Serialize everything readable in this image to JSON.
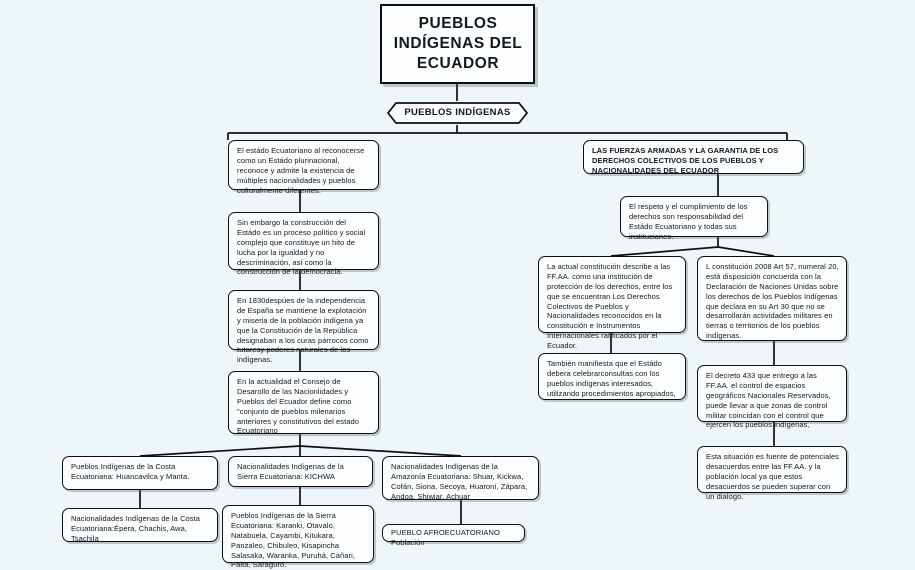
{
  "diagram": {
    "title": "PUEBLOS INDÍGENAS DEL ECUADOR",
    "background_color": "#eff6fa",
    "node_fill_color": "#fbfdfe",
    "node_border_color": "#0d1013",
    "type": "flowchart",
    "nodes": {
      "title": "PUEBLOS\nINDÍGENAS DEL\nECUADOR",
      "root": "PUEBLOS INDÍGENAS",
      "left_1": "El estádo Ecuatoriano al reconocerse como un Estádo plurinacional, reconoce y admite la existencia de múltiples nacionalidades y pueblos culturalmente diferentes.",
      "left_2": "Sin embargo la construcción del Estádo es un proceso político y social complejo que constituye un hito de lucha por la igualdad y no descriminación, así como la construcción de la democracia.",
      "left_3": "En 1830despúes de la independencia de España se mantiene la explotación y miseria de la población indígena ya que la Constitución de la República designaban a los curas párrocos como tutoresy poderes naturales de los indígenas.",
      "left_4": "En la actualidad el Consejo de Desarollo de las Nacionlidades y Pueblos del Ecuador define como \"conjunto de pueblos milenarios anteriores y constitutivos del estado Ecuatoriano",
      "right_1": "LAS FUERZAS ARMADAS Y LA GARANTIA DE LOS DERECHOS COLECTIVOS DE LOS PUEBLOS Y NACIONALIDADES DEL ECUADOR",
      "right_2": "El respeto y el cumplimiento de los derechos son responsabilidad del Estádo Ecuatoriano y todas sus instituciones.",
      "right_3a": "La actual constitución describe a las FF.AA. como una institución de protección de los derechos, entre los que se encuentran Los Derechos Colectivos de Pueblos y Nacionalidades reconocidos en la constitución e Instrumentos Internacionales ratificados por el Ecuador.",
      "right_4a": "También manifiesta que el Estádo debera celebrarconsultas con los pueblos indígenas interesados, utilizando procedimientos apropiados,",
      "right_3b": "L constitución 2008 Art 57, numeral 20, está disposición concuerda con la Declaración de Naciones Unidas sobre los derechos de los Pueblos Indígenas que declara en su Art 30 que no se desarrollarán actividades militares en tierras o territorios de los pueblos indígenas.",
      "right_4b": "El decreto 433 que entrego a las FF.AA. el control de espacios geográficos Nacionales Reservados, puede llevar a que zonas de control militar coincidan con el control que ejercen los pueblos indígenas,",
      "right_5b": "Esta situación es fuente de potenciales desacuerdos entre las FF.AA. y la población local ya que estos desacuerdos se pueden superar con un dialogo.",
      "bottom_costa_pueblos": "Pueblos Indígenas de la Costa Ecuatoriana: Huancavilca y Manta.",
      "bottom_costa_nacionalidades": "Nacionalidades Indígenas de la Costa Ecuatoriana:Épera, Chachis, Awa, Tsachila",
      "bottom_sierra_nacionalidades": "Nacionalidades Indígenas de la Sierra Ecuatoriana: KICHWA",
      "bottom_sierra_pueblos": "Pueblos Indígenas de la Sierra Ecuatoriana: Karanki, Otavalo, Natabuela, Cayambi, Kitukara, Panzaleo, Chibuleo, Kisapincha Salasaka, Waranka, Puruhá, Cañari, Palta, Saraguro.",
      "bottom_amazonia": "Nacionalidades Indígenas de la Amazonía Ecuatoriana: Shuar, Kickwa, Cofán, Siona, Secoya, Huaroní, Zápara, Andoa, Shiwiar, Achuar",
      "bottom_afro": "PUEBLO AFROECUATORIANO Población"
    }
  }
}
